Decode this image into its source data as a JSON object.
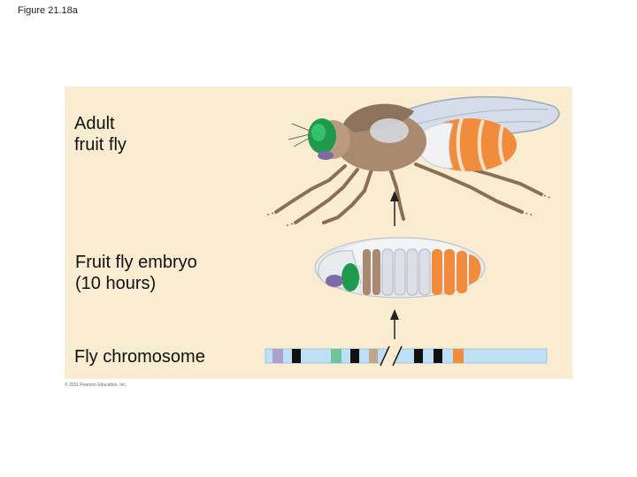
{
  "figure_caption": "Figure 21.18a",
  "labels": {
    "adult": "Adult\nfruit fly",
    "embryo": "Fruit fly embryo\n(10 hours)",
    "chromosome": "Fly chromosome"
  },
  "copyright": "© 2011 Pearson Education, Inc.",
  "colors": {
    "panel_bg": "#faecd0",
    "head_green": "#1f9a4c",
    "thorax_tan": "#a98a6e",
    "abdomen_orange": "#f08c3c",
    "wing_blue": "#cfd8e6",
    "mouth_purple": "#7e6aa6",
    "chromosome_blue": "#bfe0f4",
    "band_lilac": "#aaa0cf",
    "band_black": "#111111",
    "band_green": "#6fc29a",
    "band_tan": "#c2a68c",
    "band_orange": "#f08c3c"
  },
  "icons": {
    "adult_fly": "fruit-fly-illustration",
    "embryo": "embryo-illustration",
    "arrows": "up-arrow"
  }
}
